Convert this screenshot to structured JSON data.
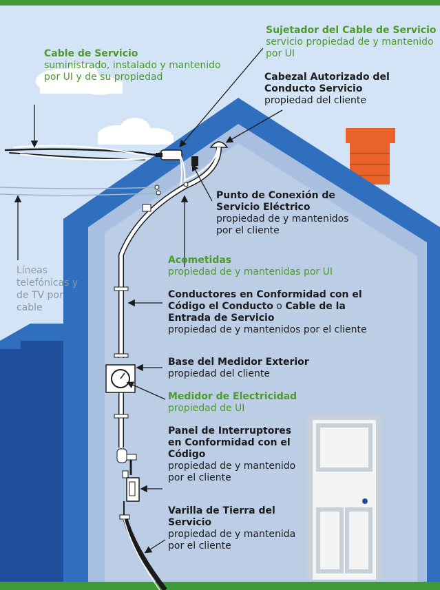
{
  "colors": {
    "sky": "#d3e4f6",
    "house_dark_blue": "#2f6fbd",
    "house_navy": "#1f4f9a",
    "wall_light": "#bccde6",
    "chimney": "#e8622a",
    "ground_green": "#3f9a37",
    "label_green": "#4c9a2a",
    "label_black": "#1b1b1b",
    "label_gray": "#8d98a3",
    "door": "#f4f4f4"
  },
  "labels": {
    "service_cable": {
      "title": "Cable de Servicio",
      "desc": "suministrado, instalado y mantenido por UI y de su propiedad"
    },
    "service_cable_fastener": {
      "title": "Sujetador del Cable de Servicio",
      "desc": "servicio propiedad de y mantenido por UI"
    },
    "service_head": {
      "title": "Cabezal Autorizado del Conducto Servicio",
      "desc": "propiedad del cliente"
    },
    "connection_point": {
      "title": "Punto de Conexión de Servicio Eléctrico",
      "desc": "propiedad de y mantenidos por el cliente"
    },
    "service_drops": {
      "title": "Acometidas",
      "desc": "propiedad de y mantenidas por UI"
    },
    "phone_tv_lines": "Líneas telefónicas y de TV por cable",
    "conductors": {
      "title_part1": "Conductores en Conformidad con el Código el Conducto",
      "connector": " o ",
      "title_part2": "Cable de la Entrada de Servicio",
      "desc": "propiedad de y mantenidos por el cliente"
    },
    "meter_base": {
      "title": "Base del Medidor Exterior",
      "desc": "propiedad del cliente"
    },
    "meter": {
      "title": "Medidor de Electricidad",
      "desc": "propiedad de UI"
    },
    "breaker_panel": {
      "title": "Panel de Interruptores en Conformidad con el Código",
      "desc": "propiedad de y mantenido por el cliente"
    },
    "ground_rod": {
      "title": "Varilla de Tierra del Servicio",
      "desc": "propiedad de y mantenida por el cliente"
    }
  }
}
